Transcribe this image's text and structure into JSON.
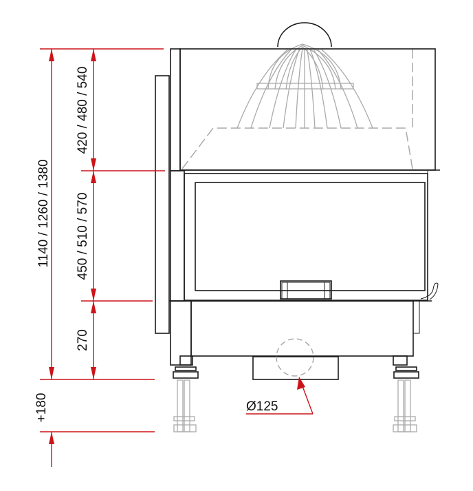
{
  "drawing": {
    "title": "Fireplace insert front elevation with dimensions",
    "dimensions": {
      "total_height": "1140 / 1260 / 1380",
      "upper_section": "420 / 480 / 540",
      "door_section": "450 / 510 / 570",
      "base_section": "270",
      "leg_extension": "+180",
      "flue_diameter": "Ø125"
    },
    "colors": {
      "dimension": "#cc1418",
      "outline": "#1a1a1a",
      "hidden": "#aaaaaa"
    }
  }
}
